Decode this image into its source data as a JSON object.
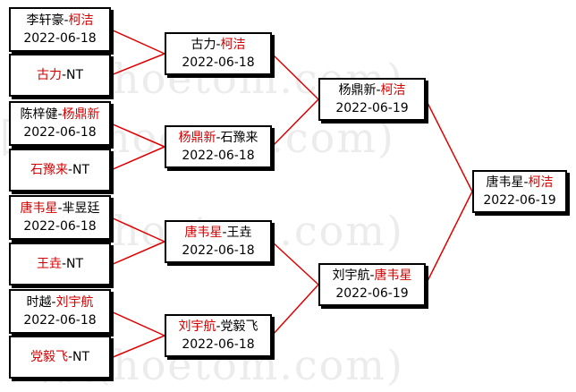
{
  "watermark": "(hoetom.com)",
  "colors": {
    "winner": "#d40000",
    "line": "#e00000",
    "text": "#000000"
  },
  "round1": [
    {
      "a": "李轩豪",
      "b": "柯洁",
      "winner": "b",
      "date": "2022-06-18"
    },
    {
      "a": "古力",
      "b": "NT",
      "winner": "a",
      "date": ""
    },
    {
      "a": "陈梓健",
      "b": "杨鼎新",
      "winner": "b",
      "date": "2022-06-18"
    },
    {
      "a": "石豫来",
      "b": "NT",
      "winner": "a",
      "date": ""
    },
    {
      "a": "唐韦星",
      "b": "芈昱廷",
      "winner": "a",
      "date": "2022-06-18"
    },
    {
      "a": "王垚",
      "b": "NT",
      "winner": "a",
      "date": ""
    },
    {
      "a": "时越",
      "b": "刘宇航",
      "winner": "b",
      "date": "2022-06-18"
    },
    {
      "a": "党毅飞",
      "b": "NT",
      "winner": "a",
      "date": ""
    }
  ],
  "round2": [
    {
      "a": "古力",
      "b": "柯洁",
      "winner": "b",
      "date": "2022-06-18"
    },
    {
      "a": "杨鼎新",
      "b": "石豫来",
      "winner": "a",
      "date": "2022-06-18"
    },
    {
      "a": "唐韦星",
      "b": "王垚",
      "winner": "a",
      "date": "2022-06-18"
    },
    {
      "a": "刘宇航",
      "b": "党毅飞",
      "winner": "a",
      "date": "2022-06-18"
    }
  ],
  "semis": [
    {
      "a": "杨鼎新",
      "b": "柯洁",
      "winner": "b",
      "date": "2022-06-19"
    },
    {
      "a": "刘宇航",
      "b": "唐韦星",
      "winner": "b",
      "date": "2022-06-19"
    }
  ],
  "final": [
    {
      "a": "唐韦星",
      "b": "柯洁",
      "winner": "b",
      "date": "2022-06-19"
    }
  ]
}
